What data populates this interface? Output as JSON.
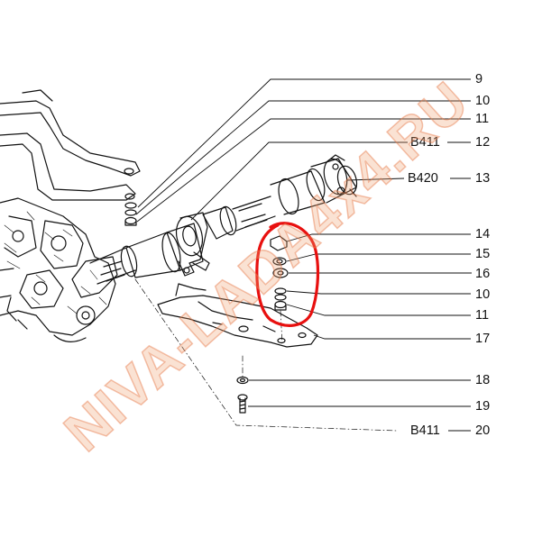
{
  "diagram": {
    "callouts": [
      {
        "id": "c9",
        "label": "9"
      },
      {
        "id": "c10a",
        "label": "10"
      },
      {
        "id": "c11a",
        "label": "11"
      },
      {
        "id": "c12",
        "label": "12",
        "code": "B411"
      },
      {
        "id": "c13",
        "label": "13",
        "code": "B420"
      },
      {
        "id": "c14",
        "label": "14"
      },
      {
        "id": "c15",
        "label": "15"
      },
      {
        "id": "c16",
        "label": "16"
      },
      {
        "id": "c10b",
        "label": "10"
      },
      {
        "id": "c11b",
        "label": "11"
      },
      {
        "id": "c17",
        "label": "17"
      },
      {
        "id": "c18",
        "label": "18"
      },
      {
        "id": "c19",
        "label": "19"
      },
      {
        "id": "c20",
        "label": "20",
        "code": "B411"
      }
    ],
    "highlight_color": "#e8100f",
    "line_color": "#111111"
  },
  "watermark": {
    "text": "NIVA-LADA4x4.RU",
    "color": "#f0a06e"
  }
}
